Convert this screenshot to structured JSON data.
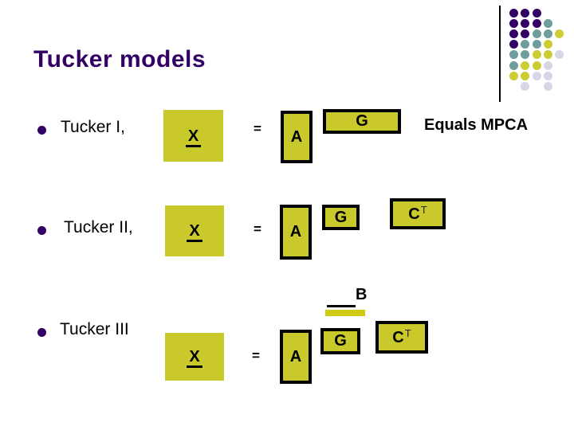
{
  "title": "Tucker models",
  "colors": {
    "title_text": "#330066",
    "box_fill": "#C9C92B",
    "box_border": "#000000",
    "bar_yellow": "#CFCB14",
    "dot_purple": "#330066",
    "dot_teal": "#6F9C9C",
    "dot_yellow": "#CCCC33",
    "dot_lavender": "#D6D6E6"
  },
  "decoration": {
    "pattern": [
      "PPP..",
      "PPPT.",
      "PPTTY",
      "PTTY.",
      "TTYYL",
      "TYYL.",
      "YYLL.",
      ".L.L."
    ],
    "dot_colors": {
      "P": "#330066",
      "T": "#6F9C9C",
      "Y": "#CCCC33",
      "L": "#D6D6E6"
    }
  },
  "rows": [
    {
      "bullet": "Tucker I,",
      "x": "X",
      "eq": "=",
      "a": "A",
      "g": "G",
      "note": "Equals MPCA"
    },
    {
      "bullet": "Tucker II,",
      "x": "X",
      "eq": "=",
      "a": "A",
      "g": "G",
      "c": "C",
      "c_sup": "T"
    },
    {
      "bullet": "Tucker III",
      "x": "X",
      "eq": "=",
      "a": "A",
      "g": "G",
      "c": "C",
      "c_sup": "T",
      "b": "B"
    }
  ]
}
